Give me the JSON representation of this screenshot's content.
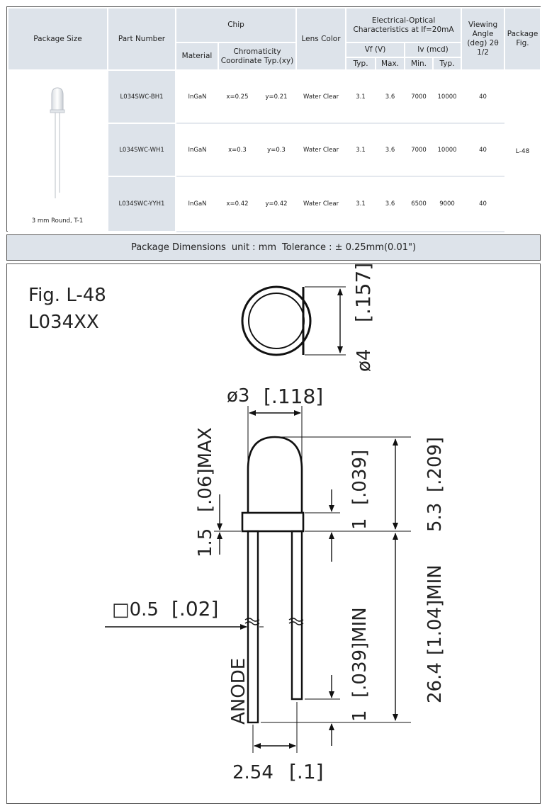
{
  "spec_table": {
    "headers": {
      "package_size": "Package Size",
      "part_number": "Part Number",
      "chip": "Chip",
      "material": "Material",
      "chromaticity": "Chromaticity Coordinate Typ.(xy)",
      "lens_color": "Lens Color",
      "electro_optical": "Electrical-Optical Characteristics at If=20mA",
      "vf": "Vf (V)",
      "iv": "Iv (mcd)",
      "vf_typ": "Typ.",
      "vf_max": "Max.",
      "iv_min": "Min.",
      "iv_typ": "Typ.",
      "viewing_angle": "Viewing Angle (deg) 2θ 1/2",
      "package_fig": "Package Fig."
    },
    "package_size_value": "3 mm Round, T-1",
    "package_fig_value": "L-48",
    "rows": [
      {
        "part": "L034SWC-BH1",
        "material": "InGaN",
        "x": "x=0.25",
        "y": "y=0.21",
        "lens": "Water Clear",
        "vf_typ": "3.1",
        "vf_max": "3.6",
        "iv_min": "7000",
        "iv_typ": "10000",
        "angle": "40"
      },
      {
        "part": "L034SWC-WH1",
        "material": "InGaN",
        "x": "x=0.3",
        "y": "y=0.3",
        "lens": "Water Clear",
        "vf_typ": "3.1",
        "vf_max": "3.6",
        "iv_min": "7000",
        "iv_typ": "10000",
        "angle": "40"
      },
      {
        "part": "L034SWC-YYH1",
        "material": "InGaN",
        "x": "x=0.42",
        "y": "y=0.42",
        "lens": "Water Clear",
        "vf_typ": "3.1",
        "vf_max": "3.6",
        "iv_min": "6500",
        "iv_typ": "9000",
        "angle": "40"
      }
    ]
  },
  "banner": {
    "title": "Package Dimensions",
    "unit": "unit : mm",
    "tolerance": "Tolerance : ± 0.25mm(0.01\")"
  },
  "drawing": {
    "fig_label": "Fig. L-48",
    "model": "L034XX",
    "dims": {
      "outer_dia": "ø4",
      "outer_dia_in": "[.157]",
      "lens_dia": "ø3",
      "lens_dia_in": "[.118]",
      "flange_max": "[.06]MAX",
      "flange": "1.5",
      "flange_thk": "1",
      "flange_thk_in": "[.039]",
      "body_height": "5.3",
      "body_height_in": "[.209]",
      "lead_square": "□0.5",
      "lead_square_in": "[.02]",
      "lead_length": "26.4",
      "lead_length_in": "[1.04]MIN",
      "lead_diff": "1",
      "lead_diff_in": "[.039]MIN",
      "anode": "ANODE",
      "pitch": "2.54",
      "pitch_in": "[.1]"
    }
  }
}
